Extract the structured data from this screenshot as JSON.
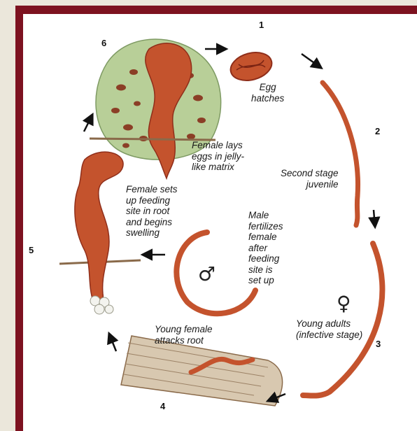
{
  "steps": [
    {
      "number": "1",
      "caption": "Egg\nhatches"
    },
    {
      "number": "2",
      "caption": "Second stage\njuvenile"
    },
    {
      "number": "3",
      "caption": "Young adults\n(infective stage)"
    },
    {
      "number": "4",
      "caption": "Young female\nattacks root"
    },
    {
      "number": "5",
      "caption": "Female sets\nup feeding\nsite in root\nand begins\nswelling"
    },
    {
      "number": "6",
      "caption": "Female lays\neggs in jelly-\nlike matrix"
    }
  ],
  "male_note": "Male\nfertilizes\nfemale\nafter\nfeeding\nsite is\nset up",
  "symbols": {
    "male": "♂",
    "female": "♀"
  },
  "colors": {
    "frame": "#7d1220",
    "background": "#ebe7db",
    "nematode": "#c4532d",
    "nematode_dark": "#8f2e1a",
    "jelly": "#b8cf98"
  }
}
